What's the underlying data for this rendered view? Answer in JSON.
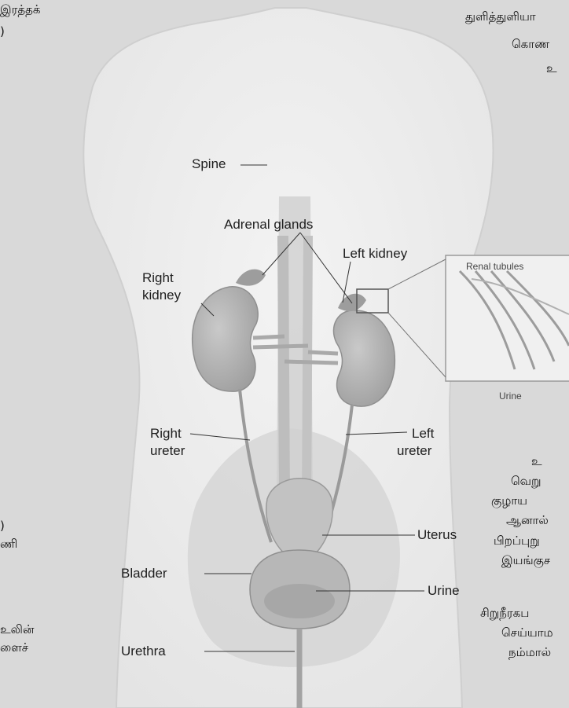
{
  "diagram": {
    "labels": {
      "spine": "Spine",
      "adrenal_glands": "Adrenal glands",
      "left_kidney": "Left kidney",
      "right_kidney_1": "Right",
      "right_kidney_2": "kidney",
      "right_ureter_1": "Right",
      "right_ureter_2": "ureter",
      "left_ureter_1": "Left",
      "left_ureter_2": "ureter",
      "uterus": "Uterus",
      "bladder": "Bladder",
      "urine": "Urine",
      "urethra": "Urethra"
    },
    "inset": {
      "renal_tubules": "Renal tubules",
      "urine": "Urine"
    }
  },
  "page_text": {
    "left_1": "இரத்தக்",
    "left_2": ")",
    "left_3": ")",
    "left_4": "ணி",
    "left_5": "உலின்",
    "left_6": "ளைச்",
    "right_1": "துளித்துளியா",
    "right_2": "கொண",
    "right_3": "உ",
    "right_4": "உ",
    "right_5": "வெறு",
    "right_6": "குழாய",
    "right_7": "ஆனால்",
    "right_8": "பிறப்புறு",
    "right_9": "இயங்குச",
    "right_10": "சிறுநீரகப",
    "right_11": "செய்யாம",
    "right_12": "நம்மால்"
  },
  "colors": {
    "page": "#d9d9d9",
    "body": "#ececec",
    "organ": "#b4b4b4",
    "leader": "#333333"
  }
}
